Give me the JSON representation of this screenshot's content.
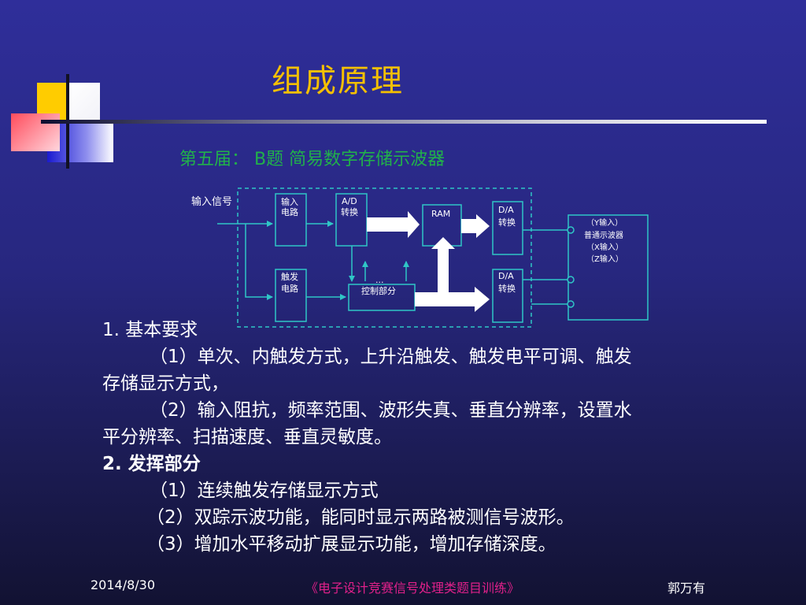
{
  "slide": {
    "title": "组成原理",
    "subtitle": "第五届： B题 简易数字存储示波器"
  },
  "diagram": {
    "input_label": "输入信号",
    "input_circuit": [
      "输入",
      "电路"
    ],
    "ad_converter": [
      "A/D",
      "转换"
    ],
    "ram": "RAM",
    "da_converter_top": [
      "D/A",
      "转换"
    ],
    "trigger_circuit": [
      "触发",
      "电路"
    ],
    "control_unit": "控制部分",
    "dots": "...",
    "da_converter_bottom": [
      "D/A",
      "转换"
    ],
    "oscilloscope": [
      "（Y输入）",
      "普通示波器",
      "（X输入）",
      "（Z输入）"
    ],
    "colors": {
      "line": "#2fc6c6",
      "arrow": "#ffffff"
    }
  },
  "content": {
    "req1_title": "1. 基本要求",
    "req1_item1_line1": "（1）单次、内触发方式，上升沿触发、触发电平可调、触发",
    "req1_item1_line2": "存储显示方式，",
    "req1_item2_line1": "（2）输入阻抗，频率范围、波形失真、垂直分辨率，设置水",
    "req1_item2_line2": "平分辨率、扫描速度、垂直灵敏度。",
    "req2_title": "2. 发挥部分",
    "req2_item1": "（1）连续触发存储显示方式",
    "req2_item2": "（2）双踪示波功能，能同时显示两路被测信号波形。",
    "req2_item3": "（3）增加水平移动扩展显示功能，增加存储深度。"
  },
  "footer": {
    "date": "2014/8/30",
    "course": "《电子设计竞赛信号处理类题目训练》",
    "author": "郭万有"
  },
  "colors": {
    "title": "#f5c000",
    "subtitle": "#21b14a",
    "footer_course": "#e0208a"
  }
}
